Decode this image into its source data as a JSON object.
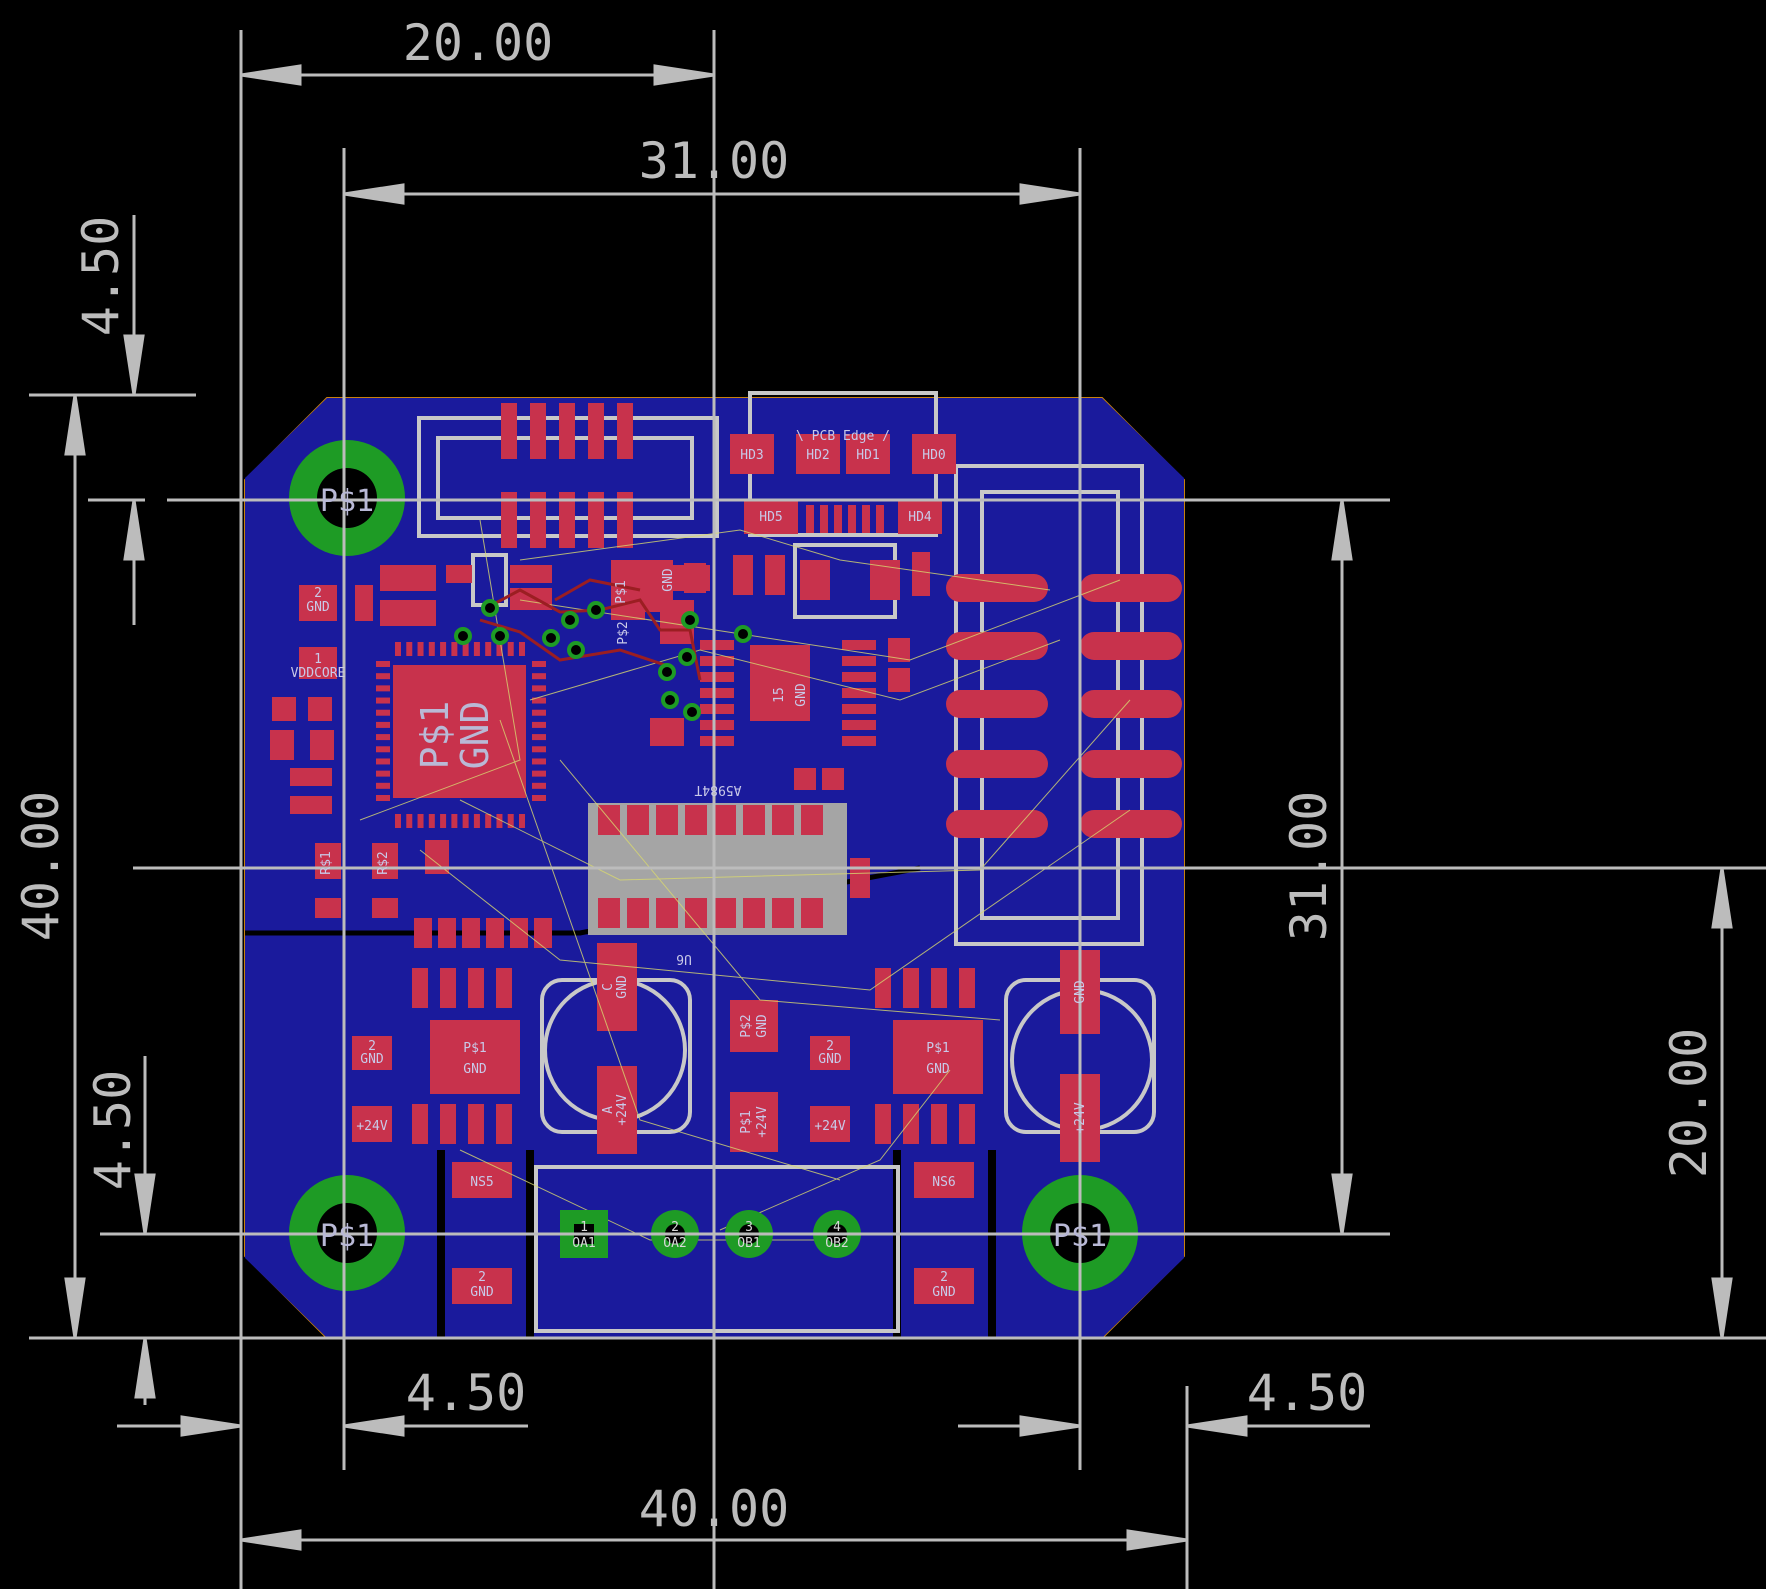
{
  "colors": {
    "background": "#000000",
    "board": "#1a1a9c",
    "board_outline": "#c8820e",
    "pad": "#c8324c",
    "via_ring": "#1e9b25",
    "silkscreen": "#c8c8c8",
    "dimension": "#bcbcbc",
    "ratsnest": "#d8d870",
    "trace": "#9b1e22"
  },
  "dimensions": {
    "top_20": "20.00",
    "top_31": "31.00",
    "left_4_50_top": "4.50",
    "left_40": "40.00",
    "left_4_50_bottom": "4.50",
    "right_31": "31.00",
    "right_20": "20.00",
    "bottom_left_4_50": "4.50",
    "bottom_right_4_50": "4.50",
    "bottom_40": "40.00"
  },
  "board_labels": {
    "mount_top_left": "P$1",
    "mount_bottom_left": "P$1",
    "mount_bottom_right": "P$1",
    "mcu_pad": "P$1",
    "mcu_gnd": "GND",
    "driver_pad_num": "15",
    "driver_gnd": "GND",
    "pcb_edge": "\\ PCB Edge /",
    "ic_mirrored": "A5984T",
    "ic_ref": "U6",
    "hd3": "HD3",
    "hd2": "HD2",
    "hd1": "HD1",
    "hd0": "HD0",
    "hd5": "HD5",
    "hd4": "HD4",
    "cap_left_2": "2",
    "cap_left_gnd": "GND",
    "cap_left_1": "1",
    "vddcore": "VDDCORE",
    "r1": "R$1",
    "r2": "R$2",
    "ps1": "P$1",
    "ps2": "P$2",
    "gnd_small": "GND",
    "sw_left_ps1": "P$1",
    "sw_left_gnd": "GND",
    "sw_right_ps1": "P$1",
    "sw_right_gnd": "GND",
    "cap_b1_2": "2",
    "cap_b1_gnd": "GND",
    "cap_b1_24v": "+24V",
    "cap_b2_2": "2",
    "cap_b2_gnd": "GND",
    "cap_b2_24v": "+24V",
    "elec_left_c": "C",
    "elec_left_gnd": "GND",
    "elec_left_a": "A",
    "elec_left_24v": "+24V",
    "elec_right_gnd": "GND",
    "elec_right_24v": "+24V",
    "center_ps2": "P$2",
    "center_gnd": "GND",
    "center_ps1": "P$1",
    "center_24v": "+24V",
    "ns5": "NS5",
    "ns6": "NS6",
    "ns5_2": "2",
    "ns5_gnd": "GND",
    "ns6_2": "2",
    "ns6_gnd": "GND",
    "oa1": "OA1",
    "oa2": "OA2",
    "ob1": "OB1",
    "ob2": "OB2",
    "pin1": "1",
    "pin2": "2",
    "pin3": "3",
    "pin4": "4"
  }
}
